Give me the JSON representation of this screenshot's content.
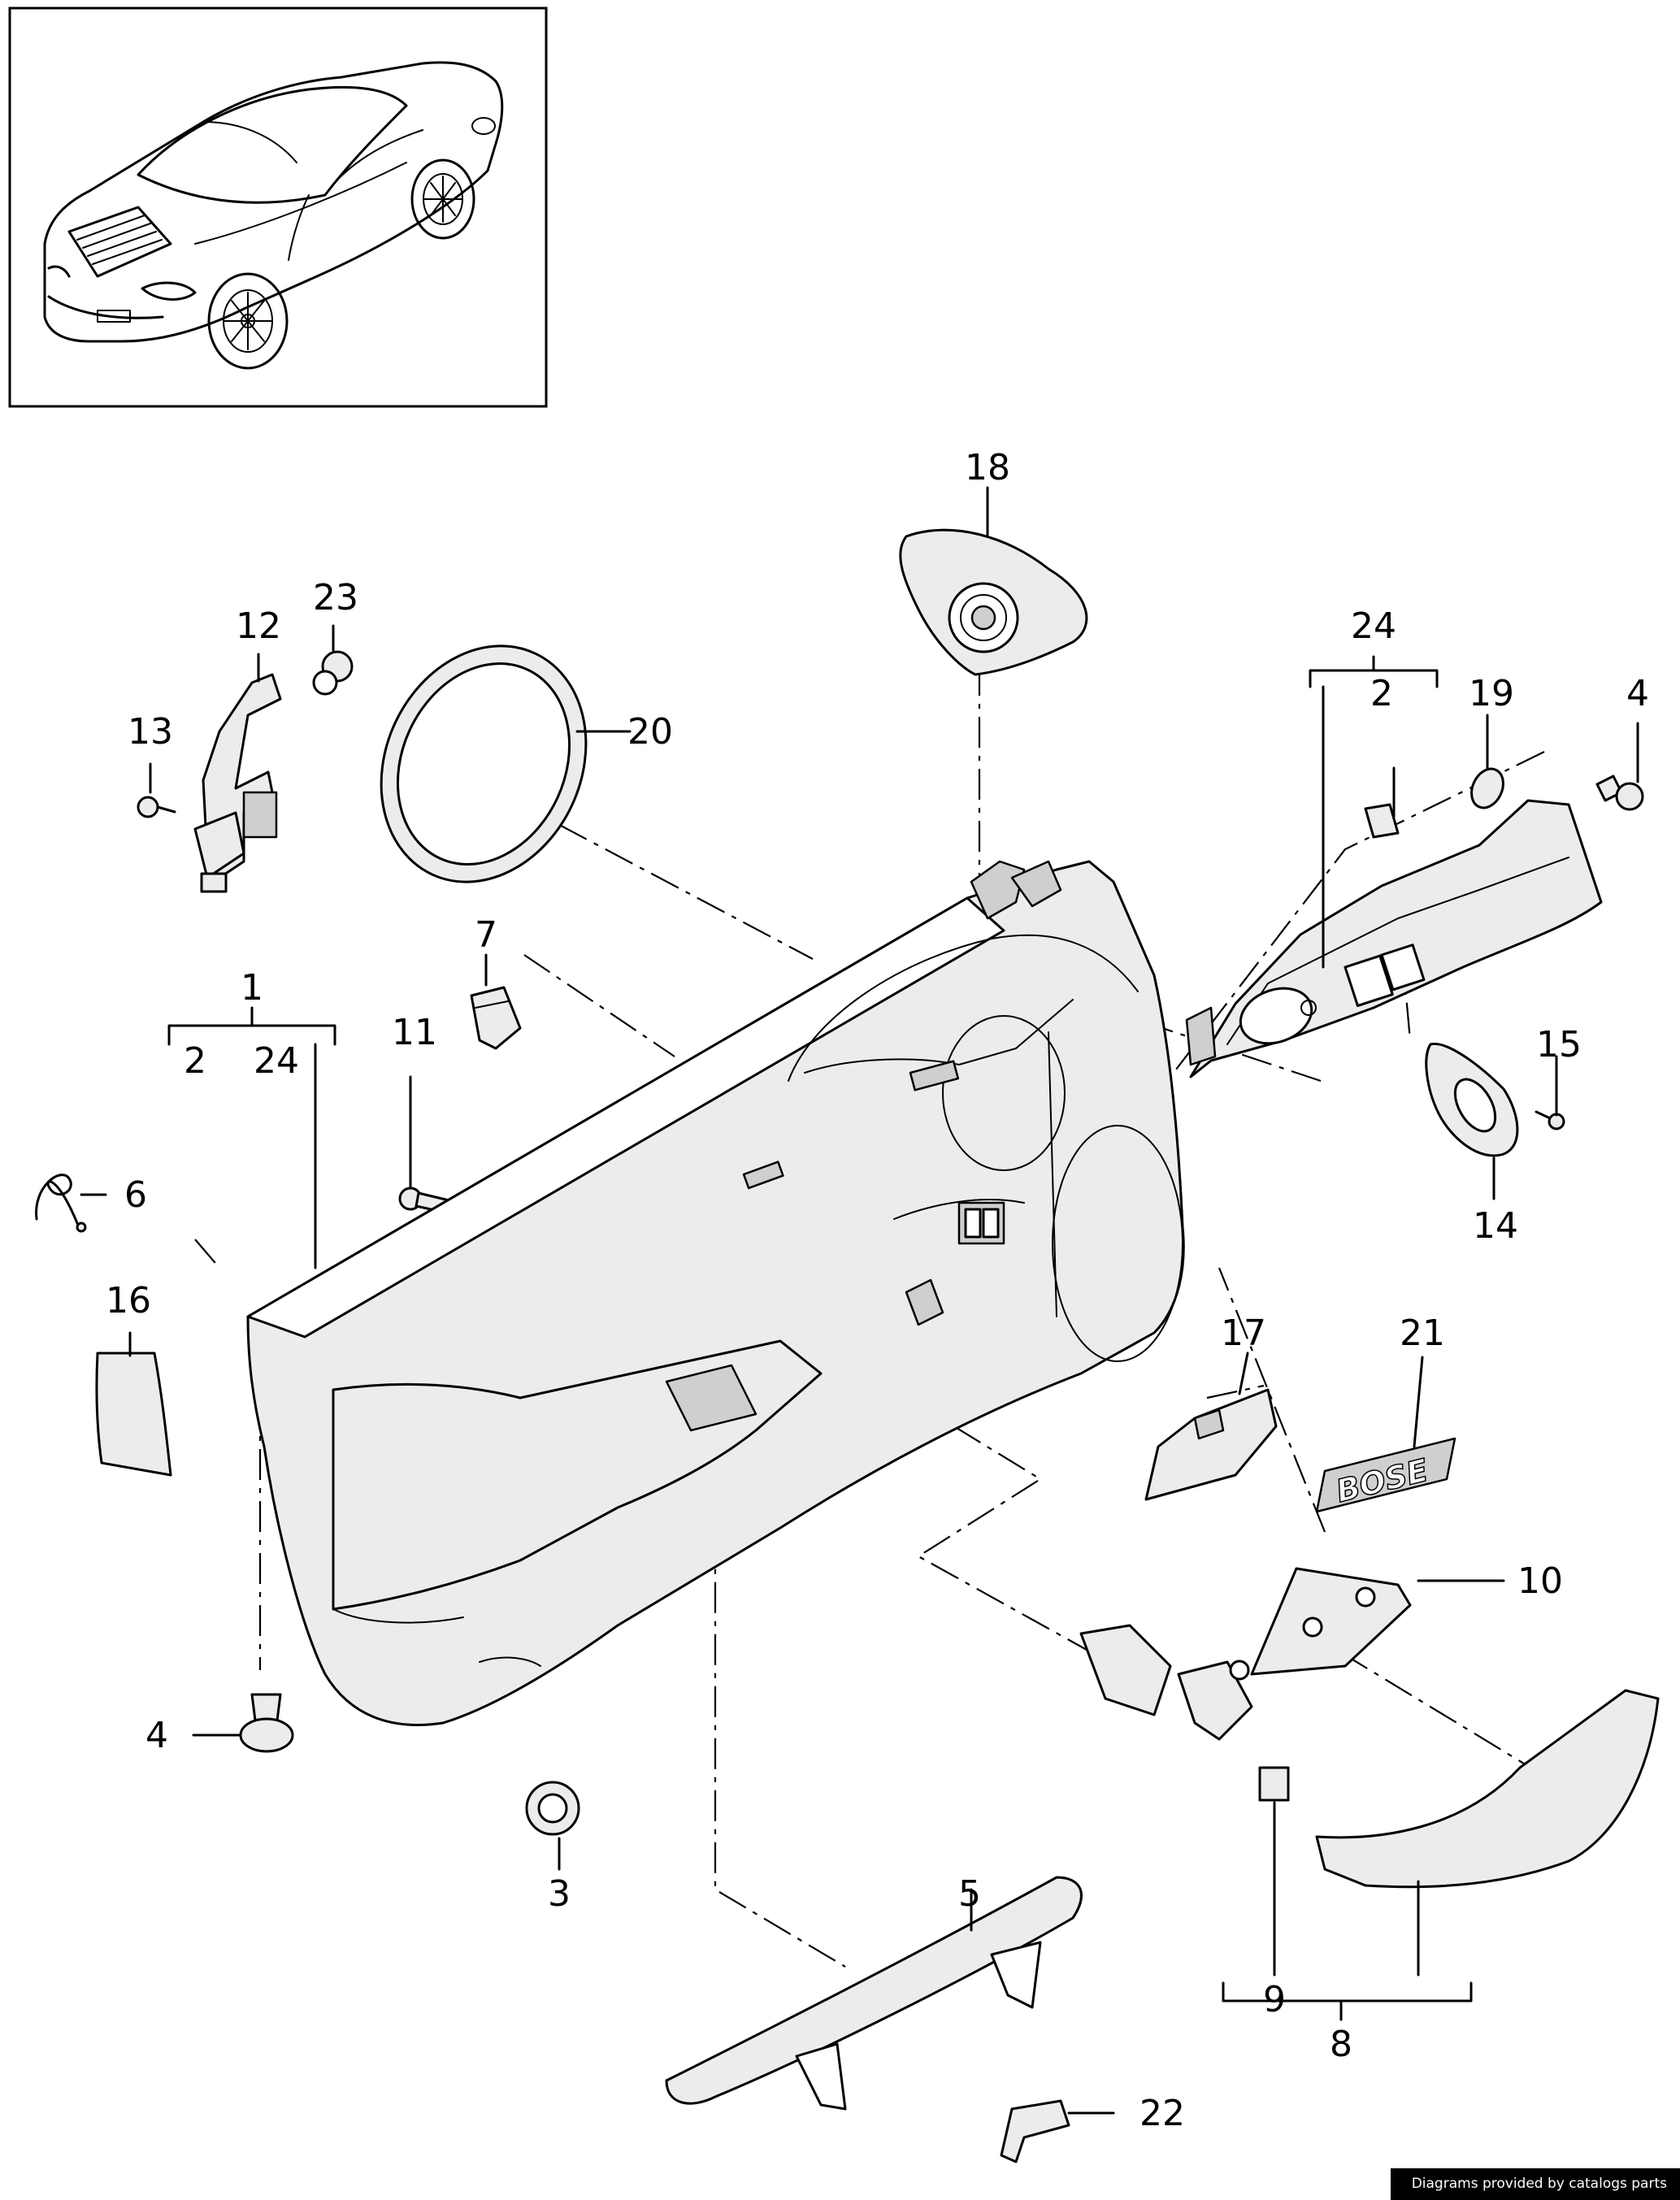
{
  "diagram": {
    "callouts": [
      {
        "id": "c18",
        "text": "18"
      },
      {
        "id": "c24top",
        "text": "24"
      },
      {
        "id": "c2top",
        "text": "2"
      },
      {
        "id": "c19",
        "text": "19"
      },
      {
        "id": "c4top",
        "text": "4"
      },
      {
        "id": "c23",
        "text": "23"
      },
      {
        "id": "c12",
        "text": "12"
      },
      {
        "id": "c13",
        "text": "13"
      },
      {
        "id": "c20",
        "text": "20"
      },
      {
        "id": "c7",
        "text": "7"
      },
      {
        "id": "c1",
        "text": "1"
      },
      {
        "id": "c2left",
        "text": "2"
      },
      {
        "id": "c24left",
        "text": "24"
      },
      {
        "id": "c11",
        "text": "11"
      },
      {
        "id": "c15",
        "text": "15"
      },
      {
        "id": "c14",
        "text": "14"
      },
      {
        "id": "c6",
        "text": "6"
      },
      {
        "id": "c16",
        "text": "16"
      },
      {
        "id": "c17",
        "text": "17"
      },
      {
        "id": "c21",
        "text": "21"
      },
      {
        "id": "c10",
        "text": "10"
      },
      {
        "id": "c4bottom",
        "text": "4"
      },
      {
        "id": "c3",
        "text": "3"
      },
      {
        "id": "c5",
        "text": "5"
      },
      {
        "id": "c9",
        "text": "9"
      },
      {
        "id": "c8",
        "text": "8"
      },
      {
        "id": "c22",
        "text": "22"
      }
    ],
    "badge_text": "BOSE"
  },
  "footer": {
    "credit": "Diagrams provided by catalogs parts"
  }
}
